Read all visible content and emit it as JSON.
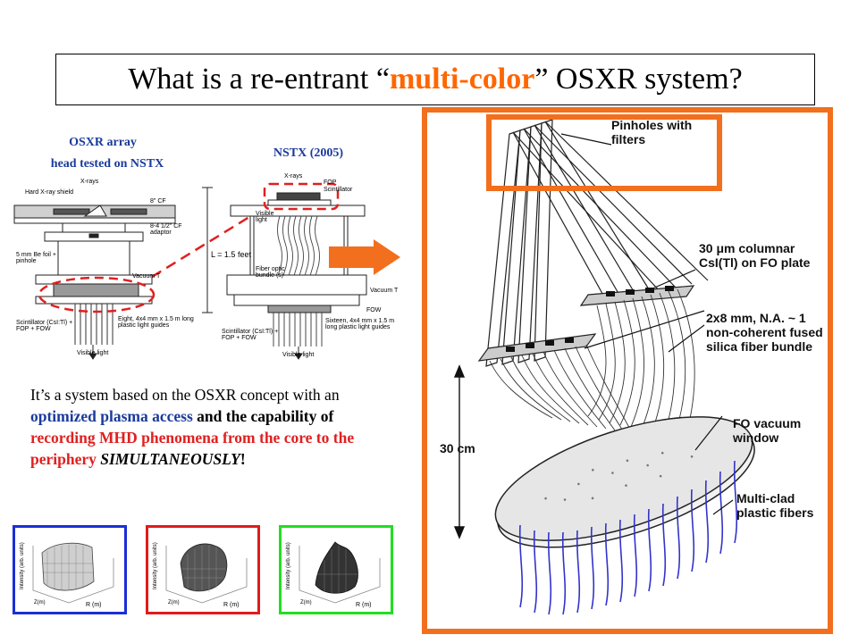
{
  "title": {
    "prefix": "What is a re-entrant “",
    "highlight": "multi-color",
    "suffix": "” OSXR system?"
  },
  "left_diagram": {
    "caption_line1": "OSXR array",
    "caption_line2": "head  tested on NSTX",
    "labels": {
      "xrays": "X-rays",
      "hard_shield": "Hard X-ray shield",
      "cf8": "8\" CF",
      "adaptor": "8-4 1/2\" CF adaptor",
      "be_foil": "5 mm Be foil + pinhole",
      "vacuum": "Vacuum T",
      "scint": "Scintillator (CsI:Tl) + FOP + FOW",
      "light_guides": "Eight, 4x4 mm x 1.5 m long plastic light guides",
      "visible": "Visible light"
    }
  },
  "middle_diagram": {
    "caption": "NSTX (2005)",
    "labels": {
      "xrays": "X-rays",
      "fop": "FOP",
      "scint": "Scintillator",
      "visible_light": "Visible light",
      "length": "L = 1.5 feet",
      "fiber_bundle": "Fiber optic bundle (s)",
      "vacuum": "Vacuum T",
      "fow": "FOW",
      "scint2": "Scintillator (CsI:Tl) + FOP + FOW",
      "light_guides": "Sixteen, 4x4 mm x 1.5 m long plastic light guides",
      "visible": "Visible light"
    }
  },
  "description": {
    "p1": "It’s a system based on the OSXR concept with an ",
    "p2": "optimized plasma access",
    "p3": " and the capability of ",
    "p4": "recording MHD phenomena from the core to the periphery",
    "p5": " ",
    "p6": "SIMULTANEOUSLY",
    "p7": "!"
  },
  "plots": [
    {
      "frame_color": "#1a2fd6",
      "ylabel": "Intensity (arb. units)",
      "xlabel": "R (m)",
      "zlabel": "Z(m)"
    },
    {
      "frame_color": "#e01b1b",
      "ylabel": "Intensity (arb. units)",
      "xlabel": "R (m)",
      "zlabel": "Z(m)"
    },
    {
      "frame_color": "#22dd22",
      "ylabel": "Intensity (arb. units)",
      "xlabel": "R (m)",
      "zlabel": "Z(m)"
    }
  ],
  "right_diagram": {
    "label_pinholes": "Pinholes with filters",
    "label_csi": "30 μm columnar CsI(Tl) on FO plate",
    "label_bundle": "2x8 mm, N.A. ~ 1 non-coherent fused silica fiber bundle",
    "label_window": "FO vacuum window",
    "label_fibers": "Multi-clad plastic fibers",
    "label_height": "30 cm"
  },
  "colors": {
    "accent_orange": "#f26f1e",
    "caption_blue": "#1a3a9c",
    "highlight_red": "#e02020",
    "dashed_red": "#e02020",
    "fiber_blue": "#3333cc"
  }
}
